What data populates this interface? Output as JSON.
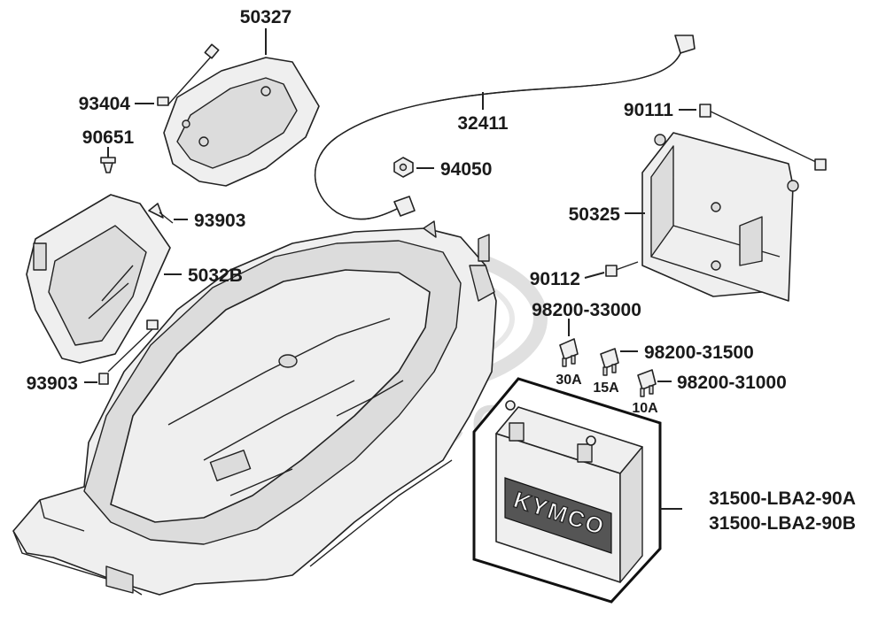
{
  "watermark": "KYMCO",
  "battery_brand": "KYMCO",
  "labels": {
    "p50327": "50327",
    "p93404": "93404",
    "p90651": "90651",
    "p93903a": "93903",
    "p5032B": "5032B",
    "p93903b": "93903",
    "p32411": "32411",
    "p94050": "94050",
    "p90111": "90111",
    "p50325": "50325",
    "p90112": "90112",
    "p98200_33000": "98200-33000",
    "p98200_31500": "98200-31500",
    "p98200_31000": "98200-31000",
    "p31500_a": "31500-LBA2-90A",
    "p31500_b": "31500-LBA2-90B"
  },
  "fuses": {
    "f30": "30A",
    "f15": "15A",
    "f10": "10A"
  }
}
